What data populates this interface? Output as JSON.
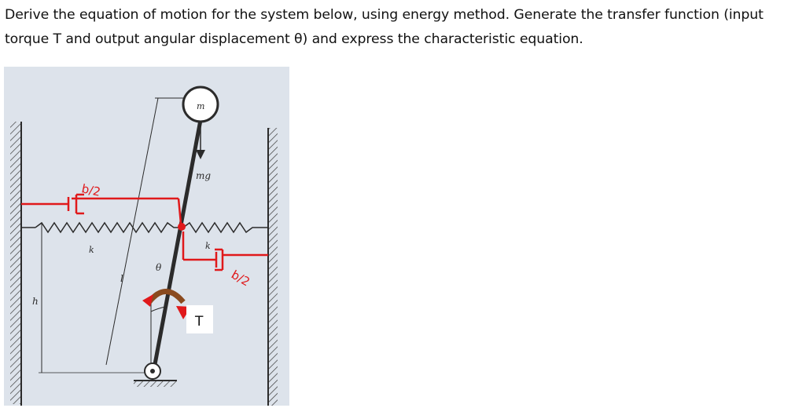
{
  "question": {
    "line1": "Derive the equation of motion for the system below, using energy method.  Generate the transfer function (input",
    "line2": "torque T and output angular displacement  θ) and express the characteristic equation."
  },
  "figure": {
    "labels": {
      "mass": "m",
      "weight": "mg",
      "spring_left": "k",
      "spring_right": "k",
      "angle": "θ",
      "length": "l",
      "height": "h",
      "torque": "T",
      "damper_left": "b/2",
      "damper_right": "b/2"
    },
    "colors": {
      "paper": "#dfe4ec",
      "ink": "#2b2b2b",
      "annotation_red": "#e0191b",
      "torque_arc": "#8a4a1e"
    }
  }
}
